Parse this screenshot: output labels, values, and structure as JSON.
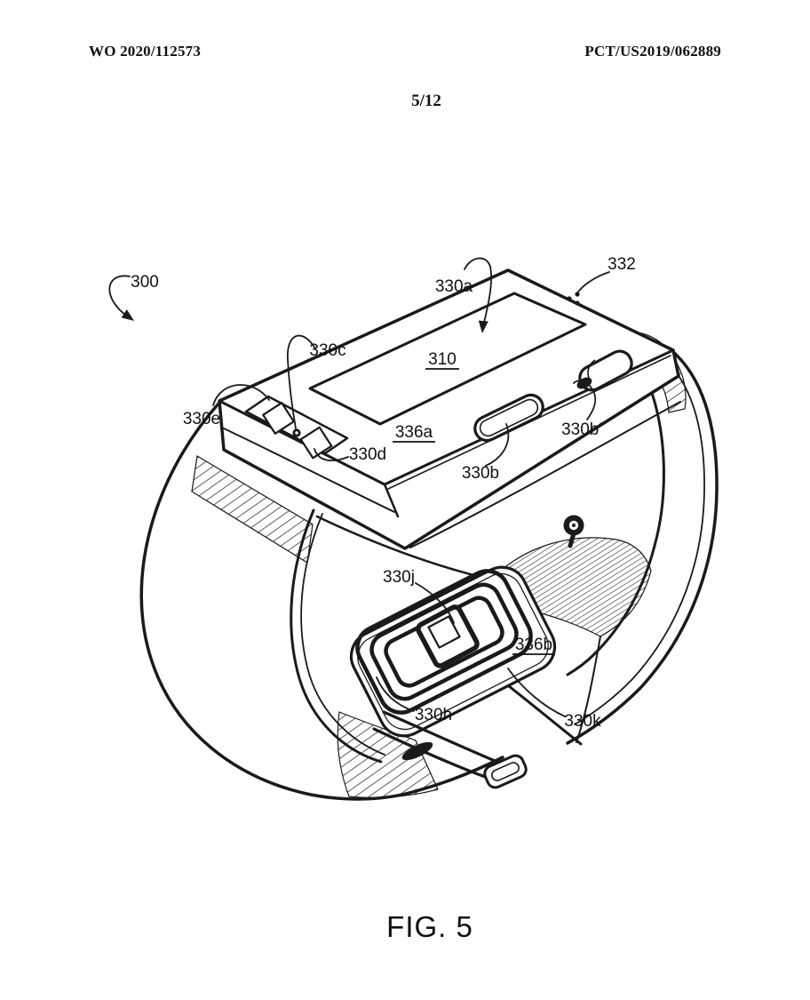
{
  "page": {
    "header_left": "WO 2020/112573",
    "header_right": "PCT/US2019/062889",
    "page_number": "5/12",
    "figure_caption": "FIG. 5"
  },
  "figure": {
    "labels": {
      "l300": "300",
      "l310": "310",
      "l330a": "330a",
      "l330b": "330b",
      "l330b_prime": "330b′",
      "l330c": "330c",
      "l330d": "330d",
      "l330e": "330e",
      "l330h": "330h",
      "l330j": "330j",
      "l330k": "330k",
      "l332": "332",
      "l336a": "336a",
      "l336b": "336b"
    }
  }
}
